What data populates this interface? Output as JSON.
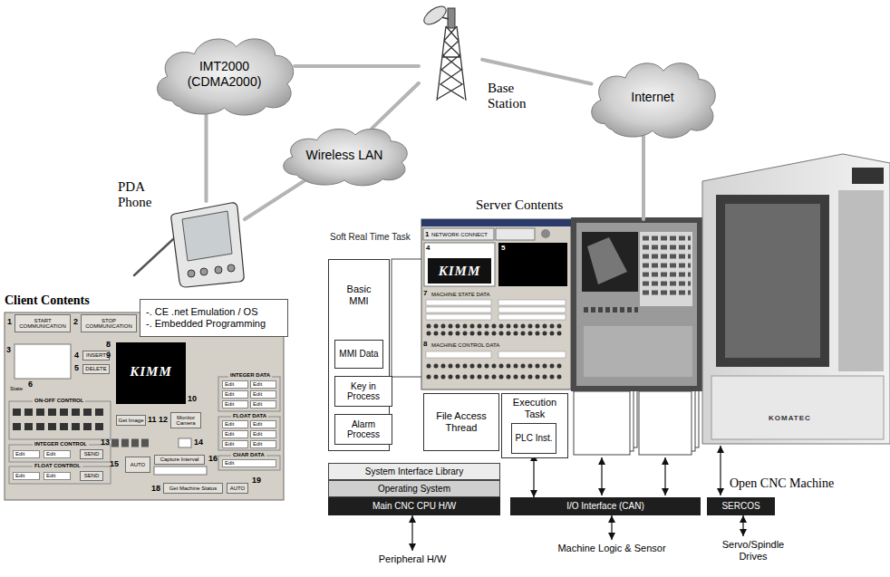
{
  "diagram": {
    "nodes": [
      {
        "text": [
          "IMT2000 (CDMA2000)"
        ]
      },
      {
        "text": [
          "Base Station"
        ]
      },
      {
        "text": [
          "Internet"
        ]
      },
      {
        "text": [
          "Wireless LAN"
        ]
      },
      {
        "text": [
          "PDA Phone"
        ]
      },
      {
        "text": [
          "Client Contents"
        ]
      },
      {
        "text": [
          "-. CE .net Emulation / OS",
          "-. Embedded Programming"
        ]
      },
      {
        "text": [
          "Server Contents"
        ]
      },
      {
        "text": [
          "Basic MMI"
        ]
      },
      {
        "text": [
          "MMI Data"
        ],
        "in": 8
      },
      {
        "text": [
          "Key in Process"
        ],
        "in": 8
      },
      {
        "text": [
          "Alarm Process"
        ],
        "in": 8
      },
      {
        "text": [
          "File Access Thread"
        ]
      },
      {
        "text": [
          "Execution Task"
        ]
      },
      {
        "text": [
          "PLC Inst."
        ],
        "in": 13
      },
      {
        "text": [
          "System Interface Library"
        ]
      },
      {
        "text": [
          "Operating System"
        ]
      },
      {
        "text": [
          "Main CNC CPU H/W"
        ]
      },
      {
        "text": [
          "I/O Interface (CAN)"
        ]
      },
      {
        "text": [
          "SERCOS"
        ]
      },
      {
        "text": [
          "Peripheral H/W"
        ]
      },
      {
        "text": [
          "Machine Logic & Sensor"
        ]
      },
      {
        "text": [
          "Servo/Spindle Drives"
        ]
      }
    ],
    "edges": [
      {
        "from": 0,
        "to": 1,
        "arrow": "none"
      },
      {
        "from": 3,
        "to": 1,
        "arrow": "none"
      },
      {
        "from": 1,
        "to": 2,
        "arrow": "none"
      },
      {
        "from": 4,
        "to": 0,
        "arrow": "none"
      },
      {
        "from": 4,
        "to": 3,
        "arrow": "none"
      },
      {
        "from": 2,
        "to": 7,
        "arrow": "none"
      },
      {
        "from": 17,
        "to": 20,
        "arrow": "both"
      },
      {
        "from": 18,
        "to": 21,
        "arrow": "both"
      },
      {
        "from": 19,
        "to": 22,
        "arrow": "both"
      },
      {
        "from": 14,
        "to": 18,
        "arrow": "both"
      }
    ],
    "labels": [
      "Soft Real Time Task",
      "Open CNC Machine",
      "KOMATEC",
      "1",
      "NETWORK CONNECT",
      "4",
      "KIMM",
      "5",
      "MACHINE STATE DATA",
      "7",
      "8",
      "MACHINE CONTROL DATA",
      "1",
      "START COMMUNICATION",
      "2",
      "STOP COMMUNICATION",
      "3",
      "4",
      "INSERT",
      "5",
      "DELETE",
      "8",
      "9",
      "KIMM",
      "10",
      "State",
      "6",
      "ON-OFF CONTROL",
      "INTEGER CONTROL",
      "Edit",
      "Edit",
      "SEND",
      "FLOAT CONTROL",
      "Edit",
      "Edit",
      "SEND",
      "Get Image",
      "11",
      "12",
      "Monitor Camera",
      "13",
      "14",
      "15",
      "AUTO",
      "Capture Interval",
      "16",
      "18",
      "Get Machine Status",
      "AUTO",
      "19",
      "INTEGER DATA",
      "Edit",
      "Edit",
      "Edit",
      "Edit",
      "Edit",
      "Edit",
      "FLOAT DATA",
      "Edit",
      "Edit",
      "Edit",
      "Edit",
      "Edit",
      "Edit",
      "CHAR DATA",
      "Edit"
    ]
  }
}
